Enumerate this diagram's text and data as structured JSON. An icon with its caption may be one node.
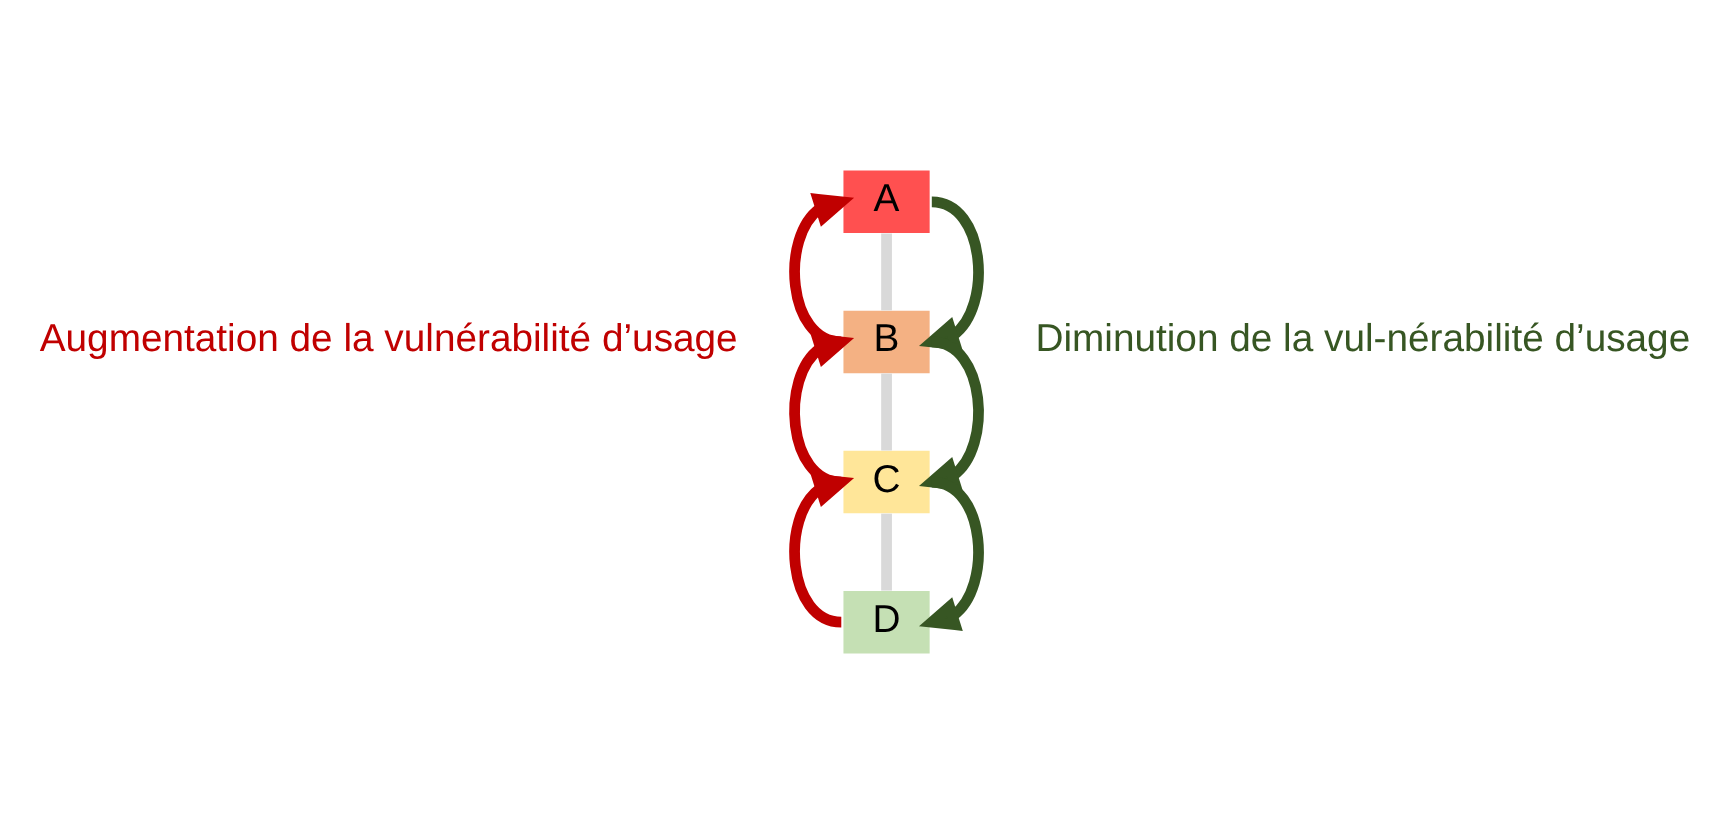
{
  "diagram": {
    "nodes": [
      {
        "text": [
          "A"
        ]
      },
      {
        "text": [
          "B"
        ]
      },
      {
        "text": [
          "C"
        ]
      },
      {
        "text": [
          "D"
        ]
      }
    ],
    "edges": [
      {
        "from": 0,
        "to": 1,
        "arrow": "none",
        "color": "#d9d9d9"
      },
      {
        "from": 1,
        "to": 2,
        "arrow": "none",
        "color": "#d9d9d9"
      },
      {
        "from": 2,
        "to": 3,
        "arrow": "none",
        "color": "#d9d9d9"
      },
      {
        "from": 1,
        "to": 0,
        "arrow": "to",
        "color": "#c00000"
      },
      {
        "from": 2,
        "to": 1,
        "arrow": "to",
        "color": "#c00000"
      },
      {
        "from": 3,
        "to": 2,
        "arrow": "to",
        "color": "#c00000"
      },
      {
        "from": 0,
        "to": 1,
        "arrow": "to",
        "color": "#375623"
      },
      {
        "from": 1,
        "to": 2,
        "arrow": "to",
        "color": "#375623"
      },
      {
        "from": 2,
        "to": 3,
        "arrow": "to",
        "color": "#375623"
      }
    ],
    "labels": [
      "Augmentation de la vulnérabilité d’usage",
      "Diminution de la vul-nérabilité d’usage"
    ]
  }
}
